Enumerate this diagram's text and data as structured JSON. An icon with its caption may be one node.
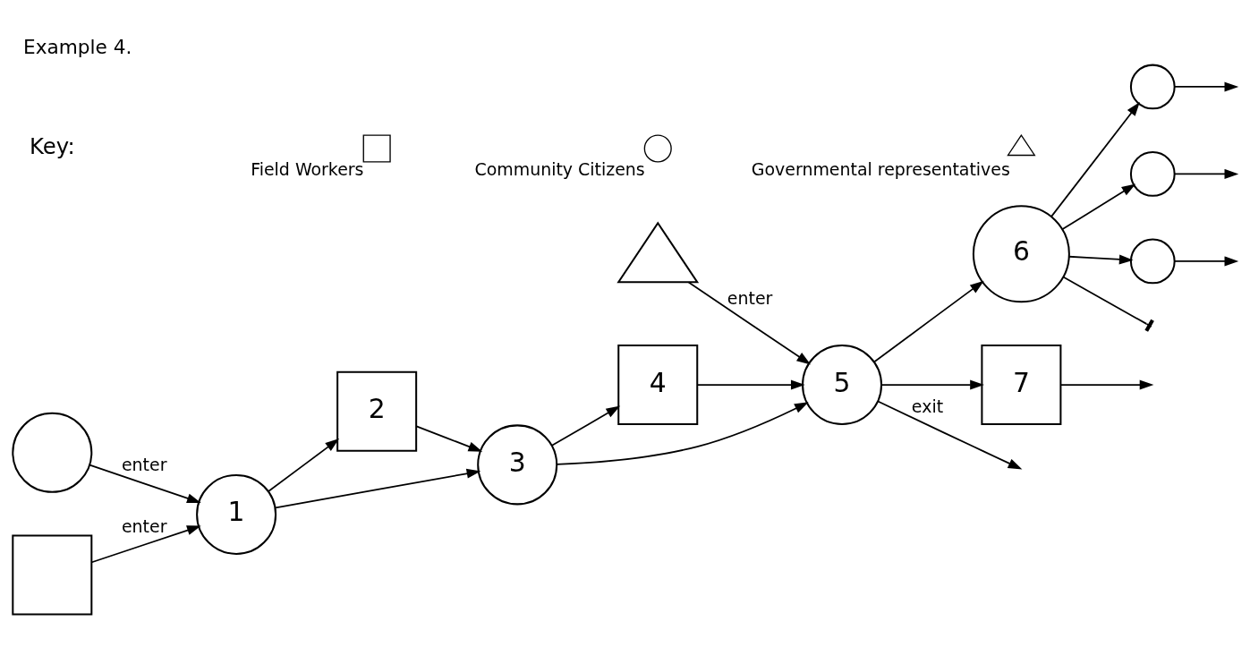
{
  "diagram": {
    "title": "Example 4.",
    "nodes": [
      {
        "text": [],
        "shape": "triangle"
      },
      {
        "text": [],
        "shape": "circle"
      },
      {
        "text": [],
        "shape": "box"
      },
      {
        "text": [
          "1"
        ]
      },
      {
        "text": [
          "2"
        ]
      },
      {
        "text": [
          "3"
        ]
      },
      {
        "text": [
          "4"
        ]
      },
      {
        "text": [
          "5"
        ]
      },
      {
        "text": [
          "6"
        ]
      },
      {
        "text": [
          "7"
        ]
      },
      {
        "text": [],
        "shape": "circle"
      },
      {
        "text": [],
        "shape": "circle"
      },
      {
        "text": [],
        "shape": "circle"
      }
    ],
    "edges": [
      {
        "from": 0,
        "to": 7,
        "arrow": "to",
        "label": "enter"
      },
      {
        "from": 1,
        "to": 3,
        "arrow": "to",
        "label": "enter"
      },
      {
        "from": 2,
        "to": 3,
        "arrow": "to",
        "label": "enter"
      },
      {
        "from": 3,
        "to": 5,
        "arrow": "to"
      },
      {
        "from": 3,
        "to": 4,
        "arrow": "to"
      },
      {
        "from": 4,
        "to": 5,
        "arrow": "to"
      },
      {
        "from": 5,
        "to": 7,
        "arrow": "to"
      },
      {
        "from": 5,
        "to": 6,
        "arrow": "to"
      },
      {
        "from": 6,
        "to": 7,
        "arrow": "to"
      },
      {
        "from": 7,
        "to": null,
        "arrow": "to",
        "label": "exit"
      },
      {
        "from": 7,
        "to": 8,
        "arrow": "to"
      },
      {
        "from": 7,
        "to": 9,
        "arrow": "to"
      },
      {
        "from": 8,
        "to": 10,
        "arrow": "to"
      },
      {
        "from": 8,
        "to": 11,
        "arrow": "to"
      },
      {
        "from": 8,
        "to": 12,
        "arrow": "to"
      },
      {
        "from": 8,
        "to": null,
        "arrow": "other"
      },
      {
        "from": 10,
        "to": null,
        "arrow": "to"
      },
      {
        "from": 11,
        "to": null,
        "arrow": "to"
      },
      {
        "from": 12,
        "to": null,
        "arrow": "to"
      },
      {
        "from": 9,
        "to": null,
        "arrow": "to"
      }
    ],
    "labels": [
      "Key:"
    ],
    "legend": [
      {
        "text": "Field Workers"
      },
      {
        "text": "Community Citizens"
      },
      {
        "text": "Governmental representatives"
      }
    ]
  }
}
